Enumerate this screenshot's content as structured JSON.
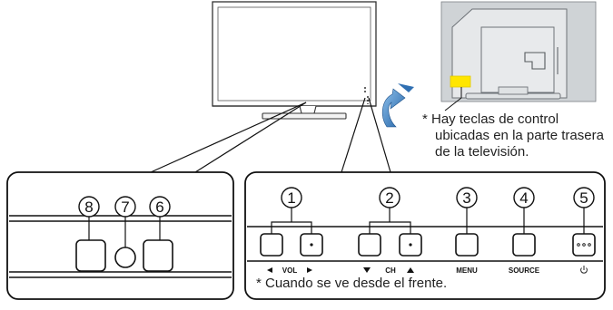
{
  "callouts": [
    "1",
    "2",
    "3",
    "4",
    "5",
    "6",
    "7",
    "8"
  ],
  "button_labels": {
    "vol": "VOL",
    "ch": "CH",
    "menu": "MENU",
    "source": "SOURCE"
  },
  "notes": {
    "rear_line1": "* Hay teclas de control",
    "rear_line2": "ubicadas en la parte trasera",
    "rear_line3": "de la televisión.",
    "front": "* Cuando se ve desde el frente."
  },
  "colors": {
    "highlight_yellow": "#ffe600",
    "arrow_blue": "#2f6fb2",
    "panel_gray": "#cfd3d6"
  }
}
